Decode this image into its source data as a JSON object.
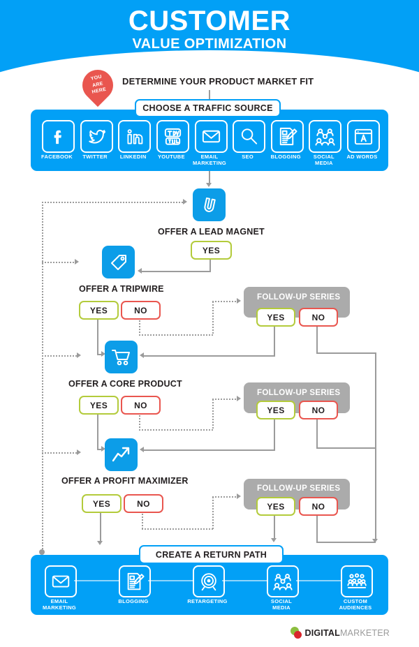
{
  "header": {
    "title_main": "CUSTOMER",
    "title_sub": "VALUE OPTIMIZATION",
    "bg_color": "#02A0F6"
  },
  "pin": {
    "line1": "YOU",
    "line2": "ARE",
    "line3": "HERE",
    "color": "#E9564F"
  },
  "steps": {
    "determine": "DETERMINE YOUR PRODUCT MARKET FIT",
    "choose_traffic": "CHOOSE A TRAFFIC SOURCE",
    "return_path": "CREATE A RETURN PATH"
  },
  "traffic_sources": [
    {
      "label": "FACEBOOK",
      "icon": "facebook-icon"
    },
    {
      "label": "TWITTER",
      "icon": "twitter-icon"
    },
    {
      "label": "LINKEDIN",
      "icon": "linkedin-icon"
    },
    {
      "label": "YOUTUBE",
      "icon": "youtube-icon"
    },
    {
      "label": "EMAIL\nMARKETING",
      "icon": "envelope-icon"
    },
    {
      "label": "SEO",
      "icon": "magnifier-icon"
    },
    {
      "label": "BLOGGING",
      "icon": "document-pencil-icon"
    },
    {
      "label": "SOCIAL\nMEDIA",
      "icon": "people-network-icon"
    },
    {
      "label": "AD WORDS",
      "icon": "browser-window-icon"
    }
  ],
  "return_path_channels": [
    {
      "label": "EMAIL\nMARKETING",
      "icon": "envelope-icon"
    },
    {
      "label": "BLOGGING",
      "icon": "document-pencil-icon"
    },
    {
      "label": "RETARGETING",
      "icon": "target-icon"
    },
    {
      "label": "SOCIAL\nMEDIA",
      "icon": "people-network-icon"
    },
    {
      "label": "CUSTOM\nAUDIENCES",
      "icon": "audience-icon"
    }
  ],
  "offers": [
    {
      "title": "OFFER A LEAD MAGNET",
      "icon": "magnet-icon",
      "yes": "YES",
      "no": null
    },
    {
      "title": "OFFER A TRIPWIRE",
      "icon": "price-tag-icon",
      "yes": "YES",
      "no": "NO"
    },
    {
      "title": "OFFER A CORE PRODUCT",
      "icon": "shopping-cart-icon",
      "yes": "YES",
      "no": "NO"
    },
    {
      "title": "OFFER A PROFIT MAXIMIZER",
      "icon": "growth-chart-icon",
      "yes": "YES",
      "no": "NO"
    }
  ],
  "followups": [
    {
      "title": "FOLLOW-UP SERIES",
      "yes": "YES",
      "no": "NO"
    },
    {
      "title": "FOLLOW-UP SERIES",
      "yes": "YES",
      "no": "NO"
    },
    {
      "title": "FOLLOW-UP SERIES",
      "yes": "YES",
      "no": "NO"
    }
  ],
  "logo": {
    "bold": "DIGITAL",
    "light": "MARKETER"
  },
  "colors": {
    "blue": "#02A0F6",
    "icon_blue": "#0C9DE8",
    "yes_green": "#B3CB3B",
    "no_red": "#E9564F",
    "gray_box": "#ABABAB",
    "connector": "#9B9B9B"
  }
}
